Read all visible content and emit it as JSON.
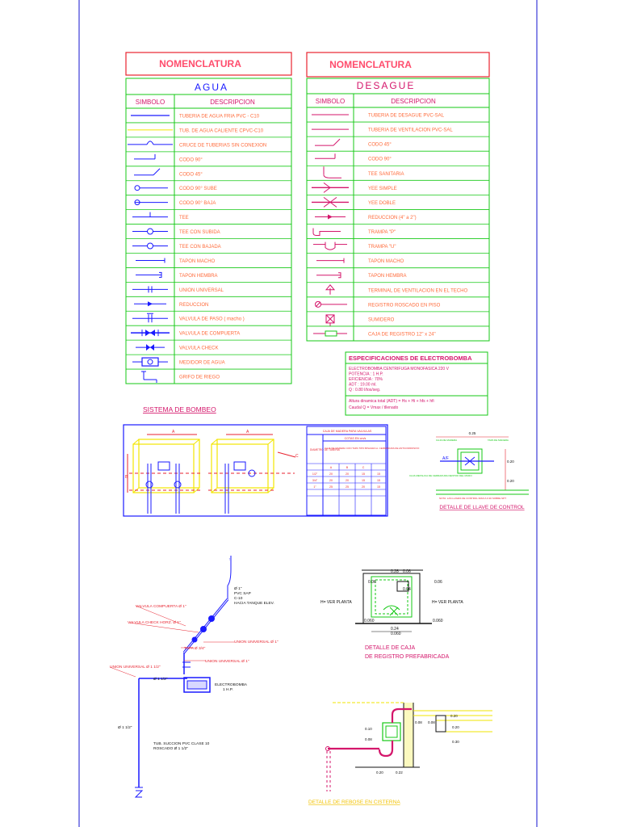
{
  "colors": {
    "frame": "#3b3bd8",
    "green": "#16c916",
    "red": "#e8232f",
    "magenta": "#d4166b",
    "blue": "#1a1aff",
    "yellow": "#f2e600",
    "orange": "#ff6a3a",
    "title": "#ff4d6d",
    "black": "#111111"
  },
  "agua": {
    "title": "NOMENCLATURA",
    "subtitle": "AGUA",
    "col_symbol": "SIMBOLO",
    "col_desc": "DESCRIPCION",
    "rows": [
      {
        "icon": "pipe-cold-icon",
        "label": "TUBERIA DE AGUA FRIA PVC - C10"
      },
      {
        "icon": "pipe-hot-icon",
        "label": "TUB. DE AGUA CALIENTE CPVC-C10"
      },
      {
        "icon": "pipe-crossing-icon",
        "label": "CRUCE DE TUBERIAS SIN CONEXION"
      },
      {
        "icon": "elbow-90-icon",
        "label": "CODO 90°"
      },
      {
        "icon": "elbow-45-icon",
        "label": "CODO 45°"
      },
      {
        "icon": "elbow-90-up-icon",
        "label": "CODO 90° SUBE"
      },
      {
        "icon": "elbow-90-down-icon",
        "label": "CODO 90° BAJA"
      },
      {
        "icon": "tee-icon",
        "label": "TEE"
      },
      {
        "icon": "tee-up-icon",
        "label": "TEE CON SUBIDA"
      },
      {
        "icon": "tee-down-icon",
        "label": "TEE CON BAJADA"
      },
      {
        "icon": "male-plug-icon",
        "label": "TAPON MACHO"
      },
      {
        "icon": "female-plug-icon",
        "label": "TAPON HEMBRA"
      },
      {
        "icon": "union-icon",
        "label": "UNION UNIVERSAL"
      },
      {
        "icon": "reducer-icon",
        "label": "REDUCCION"
      },
      {
        "icon": "ball-valve-icon",
        "label": "VALVULA DE PASO ( macho )"
      },
      {
        "icon": "gate-valve-icon",
        "label": "VALVULA DE COMPUERTA"
      },
      {
        "icon": "check-valve-icon",
        "label": "VALVULA CHECK"
      },
      {
        "icon": "water-meter-icon",
        "label": "MEDIDOR DE AGUA"
      },
      {
        "icon": "irrigation-tap-icon",
        "label": "GRIFO DE RIEGO"
      }
    ]
  },
  "desague": {
    "title": "NOMENCLATURA",
    "subtitle": "DESAGUE",
    "col_symbol": "SIMBOLO",
    "col_desc": "DESCRIPCION",
    "rows": [
      {
        "icon": "drain-pipe-icon",
        "label": "TUBERIA DE DESAGUE PVC-SAL"
      },
      {
        "icon": "vent-pipe-icon",
        "label": "TUBERIA DE VENTILACION PVC-SAL"
      },
      {
        "icon": "elbow-45-icon",
        "label": "CODO 45°"
      },
      {
        "icon": "elbow-90-icon",
        "label": "CODO 90°"
      },
      {
        "icon": "sanitary-tee-icon",
        "label": "TEE SANITARIA"
      },
      {
        "icon": "wye-icon",
        "label": "YEE SIMPLE"
      },
      {
        "icon": "double-wye-icon",
        "label": "YEE DOBLE"
      },
      {
        "icon": "reducer-icon",
        "label": "REDUCCION (4\" a 2\")"
      },
      {
        "icon": "p-trap-icon",
        "label": "TRAMPA \"P\""
      },
      {
        "icon": "u-trap-icon",
        "label": "TRAMPA \"U\""
      },
      {
        "icon": "male-plug-icon",
        "label": "TAPON MACHO"
      },
      {
        "icon": "female-plug-icon",
        "label": "TAPON HEMBRA"
      },
      {
        "icon": "vent-terminal-icon",
        "label": "TERMINAL DE VENTILACION EN EL TECHO"
      },
      {
        "icon": "cleanout-icon",
        "label": "REGISTRO ROSCADO EN PISO"
      },
      {
        "icon": "floor-drain-icon",
        "label": "SUMIDERO"
      },
      {
        "icon": "registry-box-icon",
        "label": "CAJA DE REGISTRO 12\" x 24\""
      }
    ]
  },
  "pump_spec": {
    "title": "ESPECIFICACIONES DE ELECTROBOMBA",
    "lines": [
      "ELECTROBOMBA CENTRIFUGA MONOFASICA 220 V",
      "POTENCIA     :      1 H.P.",
      "EFICIENCIA   :      70%",
      "ADT          :      19.00 ml.",
      "Q            :      0.80 l/tos/seg."
    ],
    "formula1": "Altura dinamica total (ADT) = Hs + Hi + hfs + hfi",
    "formula2": "Caudal Q            = Vmax / tllenado"
  },
  "bombeo": {
    "title": "SISTEMA DE BOMBEO",
    "dim_a": "A",
    "dim_b": "B",
    "dim_c": "C",
    "table_title": "CAJA DE MADERA PARA VALVULAS",
    "table_sub": "COTAS EN cm/s",
    "table_side": "DIAMETRO DE TUBERIA",
    "table_note": "CAJA DE MADERA CON TAPA TIPO BISAGRA A. CERRADURA DE ANTICORROSIVO",
    "table_head": [
      "",
      "A",
      "B",
      "C",
      ""
    ],
    "table_rows": [
      [
        "1/2\"",
        "20",
        "20",
        "15",
        "15"
      ],
      [
        "3/4\"",
        "20",
        "20",
        "15",
        "15"
      ],
      [
        "1\"",
        "25",
        "25",
        "20",
        "15"
      ],
      [
        "",
        "",
        "",
        "",
        ""
      ],
      [
        "",
        "",
        "",
        "",
        ""
      ]
    ]
  },
  "llave": {
    "caption": "DETALLE DE LLAVE DE CONTROL",
    "label_valve": "A/F",
    "dim_top": "0.25",
    "dim_side1": "0.20",
    "dim_side2": "0.20",
    "note1": "CAJA DE MADERA",
    "note2": "TAPA DE MADERA",
    "note3": "CAJA METALICA DE CERRADURA DENTRO DEL MURO",
    "note4": "NOTA: LAS LLAVES DE CONTROL IRAN A 0.30 SOBRE NPT"
  },
  "isometric": {
    "labels": [
      "Ø 1\"",
      "PVC SAP",
      "C-10",
      "HACIA TANQUE ELEV.",
      "VALVULA COMPUERTA Ø 1\"",
      "VALVULA CHECK HORZ. Ø 1\"",
      "UNION UNIVERSAL Ø 1\"",
      "TAPA Ø 3/4\"",
      "UNION UNIVERSAL Ø 1\"",
      "UNION UNIVERSAL Ø 1 1/2\"",
      "Ø 1 1/2\"",
      "ELECTROBOMBA",
      "1 H.P.",
      "Ø 1 1/2\"",
      "TUB. SUCCION PVC CLASE 10",
      "ROSCADO Ø 1 1/2\""
    ]
  },
  "caja_registro": {
    "caption1": "DETALLE DE CAJA",
    "caption2": "DE REGISTRO PREFABRICADA",
    "dims": [
      "0.06",
      "0.28",
      "0.06",
      "0.04",
      "0.06",
      "0.24",
      "0.060",
      "0.060",
      "0.060"
    ],
    "left_label": "H= VER PLANTA",
    "right_label": "H= VER PLANTA"
  },
  "cisterna": {
    "caption": "DETALLE DE REBOSE EN CISTERNA",
    "dims": [
      "0.20",
      "0.08",
      "0.08",
      "0.20",
      "0.30",
      "0.08",
      "0.10",
      "0.20",
      "0.22"
    ]
  }
}
